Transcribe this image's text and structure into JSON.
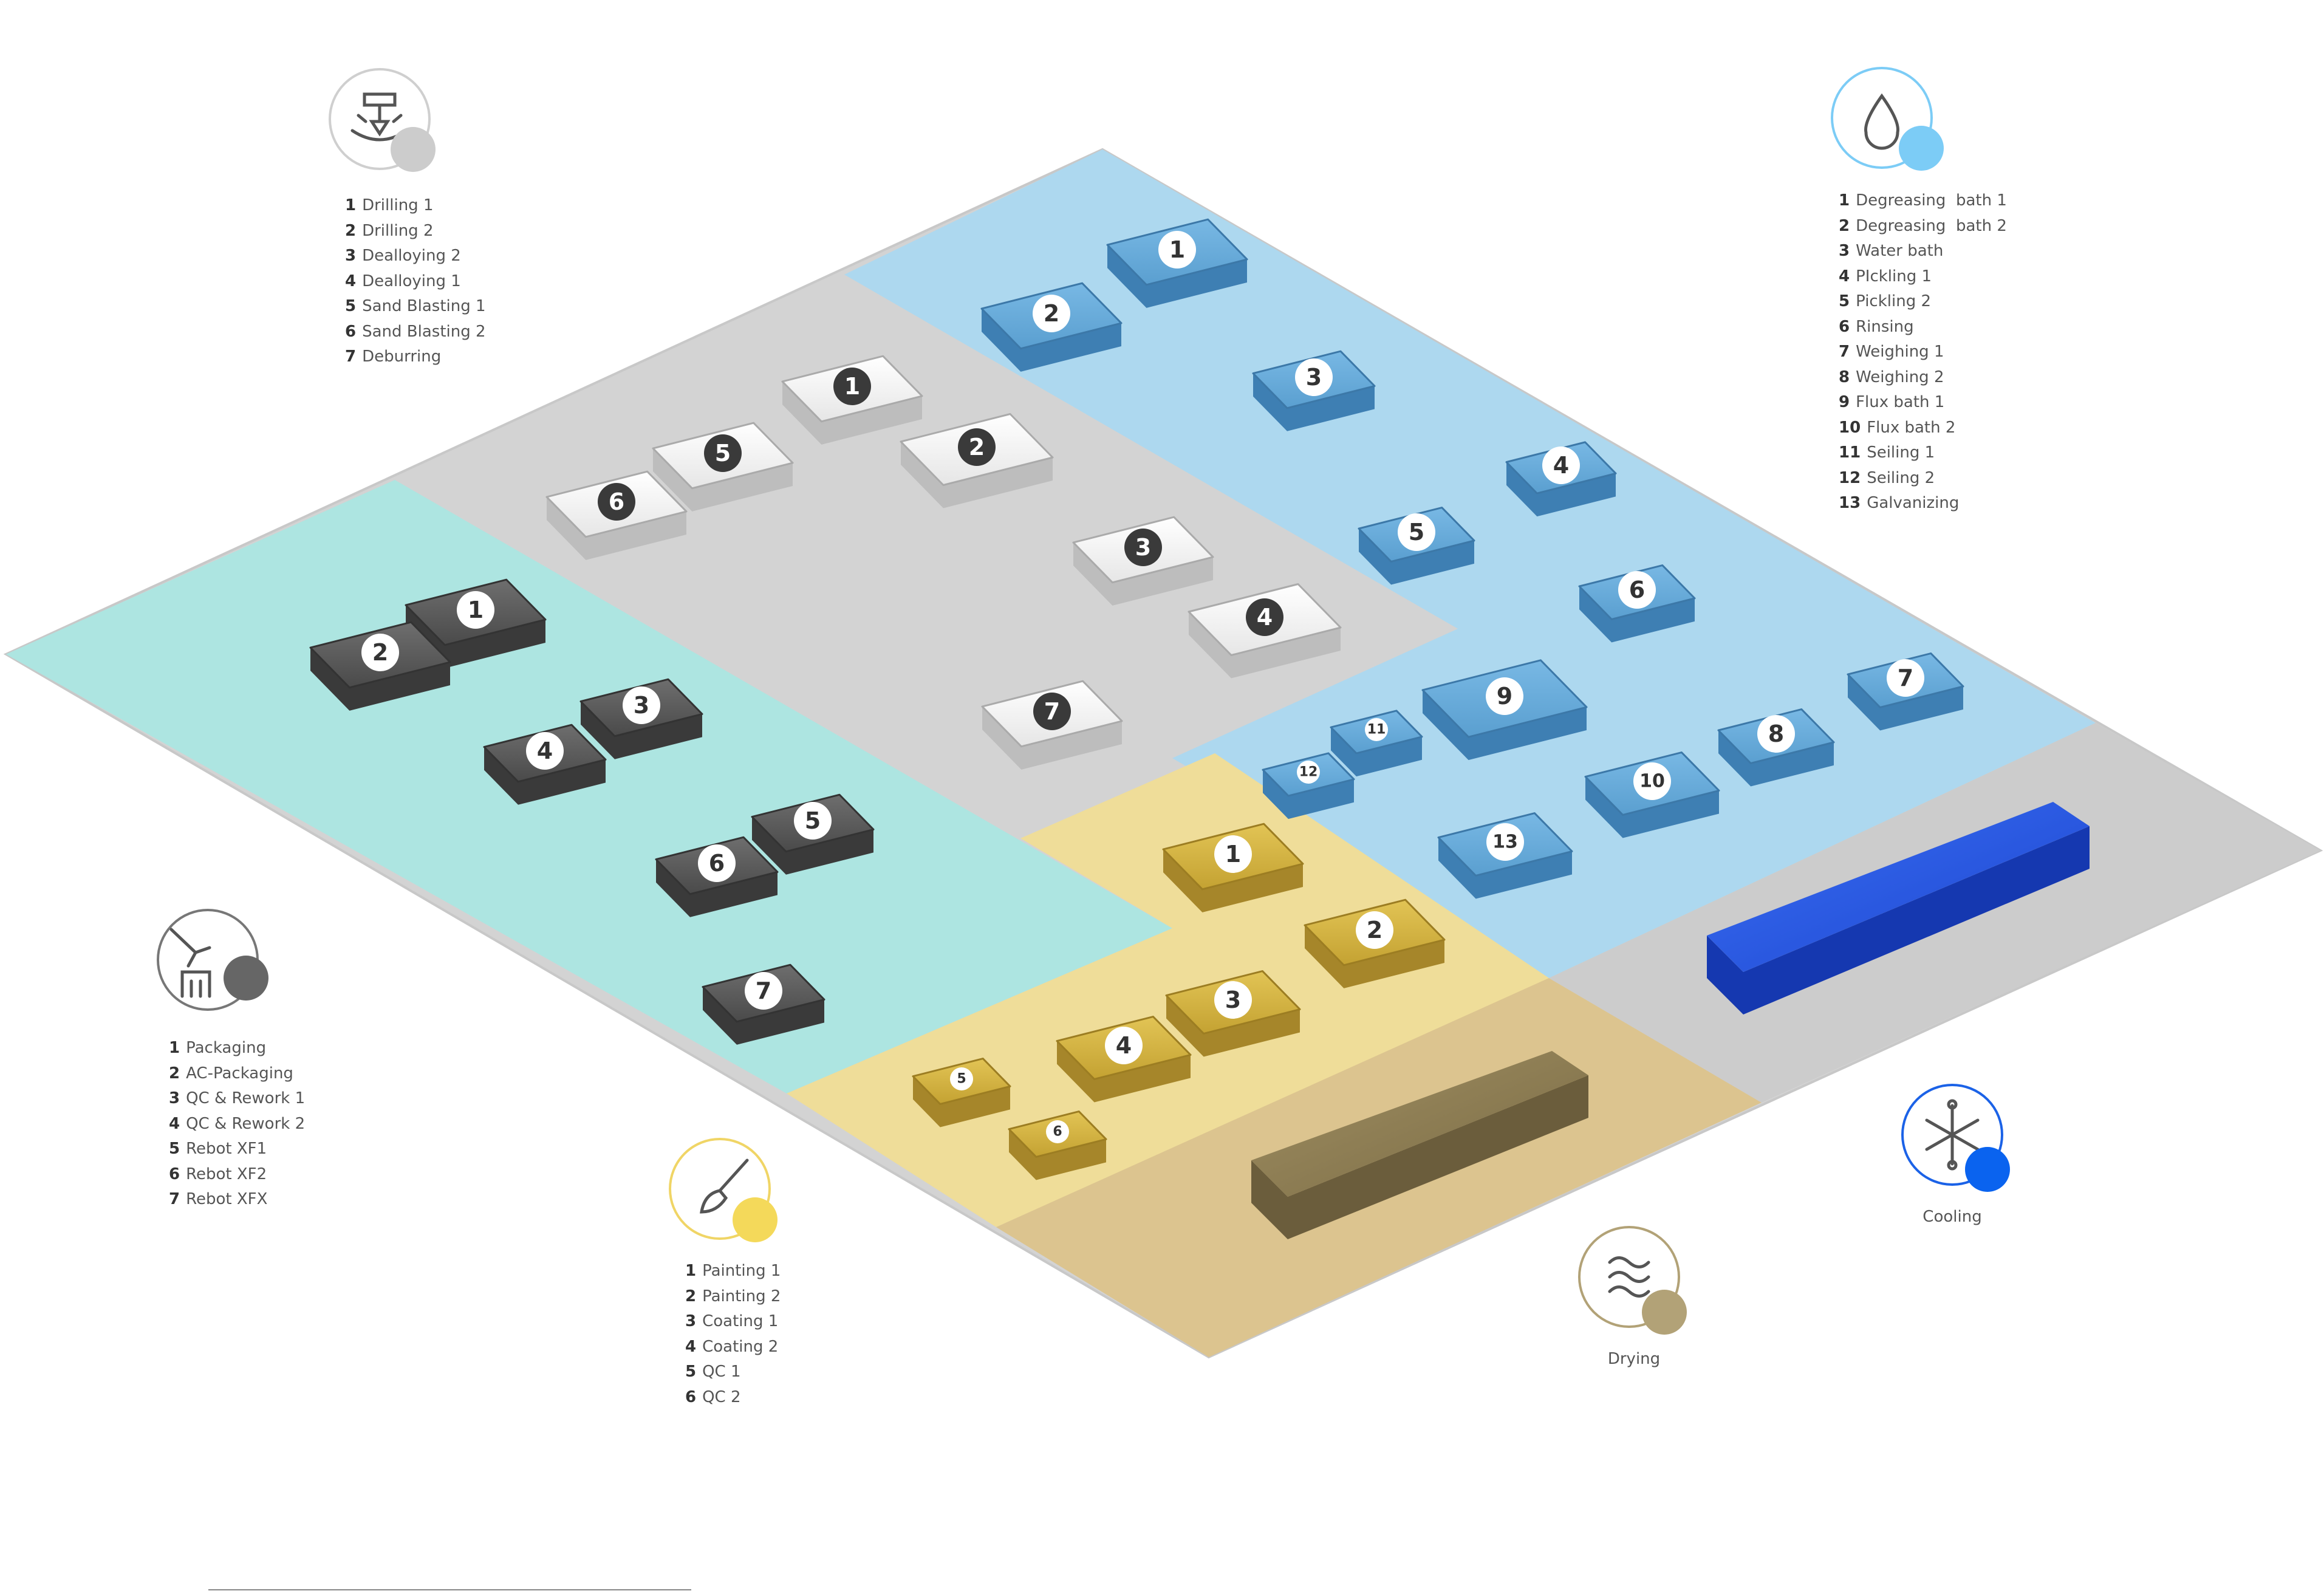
{
  "zones": [
    {
      "id": "mechanical",
      "color": "#d3d3d3",
      "icon": "drill-press-icon",
      "badge_color": "#cccccc",
      "ring_color": "#bdbdbd",
      "items": [
        {
          "n": "1",
          "label": "Drilling 1"
        },
        {
          "n": "2",
          "label": "Drilling 2"
        },
        {
          "n": "3",
          "label": "Dealloying 2"
        },
        {
          "n": "4",
          "label": "Dealloying 1"
        },
        {
          "n": "5",
          "label": "Sand Blasting 1"
        },
        {
          "n": "6",
          "label": "Sand Blasting 2"
        },
        {
          "n": "7",
          "label": "Deburring"
        }
      ]
    },
    {
      "id": "chemical",
      "color": "#add8ef",
      "icon": "water-drop-icon",
      "badge_color": "#7cccf6",
      "ring_color": "#7cccf6",
      "items": [
        {
          "n": "1",
          "label": "Degreasing  bath 1"
        },
        {
          "n": "2",
          "label": "Degreasing  bath 2"
        },
        {
          "n": "3",
          "label": "Water bath"
        },
        {
          "n": "4",
          "label": "PIckling 1"
        },
        {
          "n": "5",
          "label": "Pickling 2"
        },
        {
          "n": "6",
          "label": "Rinsing"
        },
        {
          "n": "7",
          "label": "Weighing 1"
        },
        {
          "n": "8",
          "label": "Weighing 2"
        },
        {
          "n": "9",
          "label": "Flux bath 1"
        },
        {
          "n": "10",
          "label": "Flux bath 2"
        },
        {
          "n": "11",
          "label": "Seiling 1"
        },
        {
          "n": "12",
          "label": "Seiling 2"
        },
        {
          "n": "13",
          "label": "Galvanizing"
        }
      ]
    },
    {
      "id": "packaging",
      "color": "#ade5e1",
      "icon": "robot-arm-icon",
      "badge_color": "#666666",
      "ring_color": "#777777",
      "items": [
        {
          "n": "1",
          "label": "Packaging"
        },
        {
          "n": "2",
          "label": "AC-Packaging"
        },
        {
          "n": "3",
          "label": "QC & Rework 1"
        },
        {
          "n": "4",
          "label": "QC & Rework 2"
        },
        {
          "n": "5",
          "label": "Rebot XF1"
        },
        {
          "n": "6",
          "label": "Rebot XF2"
        },
        {
          "n": "7",
          "label": "Rebot XFX"
        }
      ]
    },
    {
      "id": "painting",
      "color": "#efdd99",
      "icon": "paint-brush-icon",
      "badge_color": "#f4d95a",
      "ring_color": "#f0d566",
      "items": [
        {
          "n": "1",
          "label": "Painting 1"
        },
        {
          "n": "2",
          "label": "Painting 2"
        },
        {
          "n": "3",
          "label": "Coating 1"
        },
        {
          "n": "4",
          "label": "Coating 2"
        },
        {
          "n": "5",
          "label": "QC 1"
        },
        {
          "n": "6",
          "label": "QC 2"
        }
      ]
    },
    {
      "id": "drying",
      "color": "#dcc48f",
      "icon": "heat-waves-icon",
      "badge_color": "#b2a277",
      "ring_color": "#b2a277",
      "label": "Drying"
    },
    {
      "id": "cooling",
      "color": "#cccccc",
      "icon": "snowflake-icon",
      "badge_color": "#0a63ef",
      "ring_color": "#1b62e7",
      "label": "Cooling"
    }
  ]
}
